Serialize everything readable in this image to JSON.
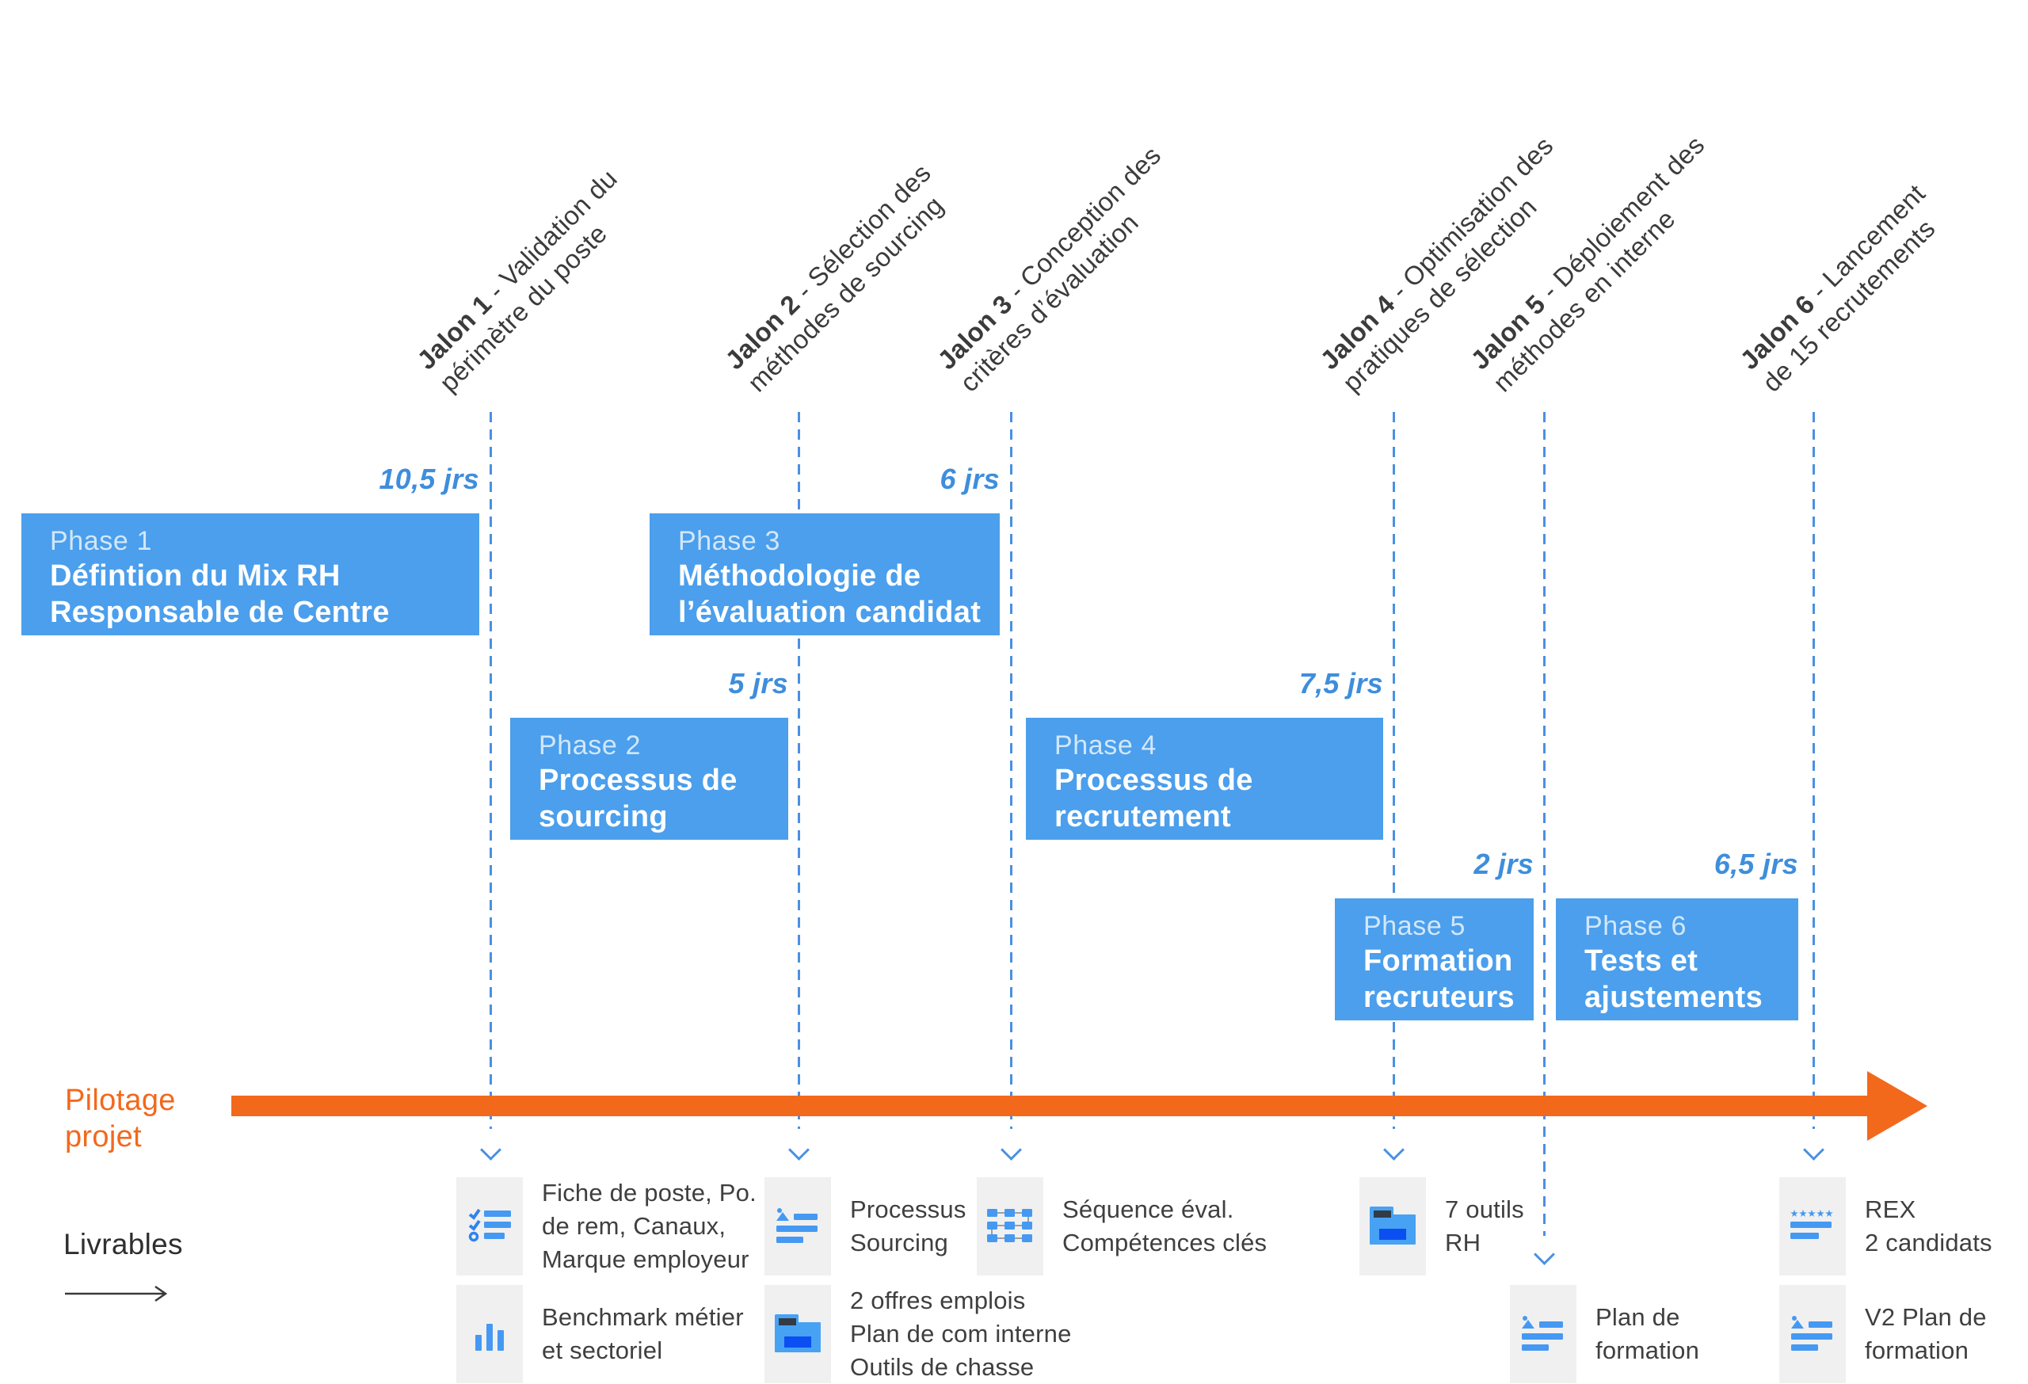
{
  "palette": {
    "phase_blue": "#4B9FEC",
    "line_blue": "#4A90E2",
    "duration_blue": "#3E8EDC",
    "orange": "#F2691C",
    "text_dark": "#3B3B3B",
    "icon_bg": "#F0F0F0",
    "icon_blue": "#4599F2",
    "folder_accent": "#0B4FF2"
  },
  "milestones": [
    {
      "name": "Jalon 1",
      "desc1": " - Validation du",
      "desc2": "périmètre du poste"
    },
    {
      "name": "Jalon 2",
      "desc1": " - Sélection des",
      "desc2": "méthodes de sourcing"
    },
    {
      "name": "Jalon 3",
      "desc1": " - Conception des",
      "desc2": "critères d’évaluation"
    },
    {
      "name": "Jalon 4",
      "desc1": " - Optimisation des",
      "desc2": "pratiques de sélection"
    },
    {
      "name": "Jalon 5",
      "desc1": " - Déploiement des",
      "desc2": "méthodes en interne"
    },
    {
      "name": "Jalon 6",
      "desc1": " - Lancement",
      "desc2": "de 15 recrutements"
    }
  ],
  "phases": [
    {
      "label": "Phase 1",
      "title": "Défintion du Mix RH\nResponsable de Centre",
      "duration": "10,5 jrs"
    },
    {
      "label": "Phase 2",
      "title": "Processus de\nsourcing",
      "duration": "5 jrs"
    },
    {
      "label": "Phase 3",
      "title": "Méthodologie de\nl’évaluation candidat",
      "duration": "6 jrs"
    },
    {
      "label": "Phase 4",
      "title": "Processus de\nrecrutement",
      "duration": "7,5 jrs"
    },
    {
      "label": "Phase 5",
      "title": "Formation\nrecruteurs",
      "duration": "2 jrs"
    },
    {
      "label": "Phase 6",
      "title": "Tests et\najustements",
      "duration": "6,5 jrs"
    }
  ],
  "labels": {
    "pilotage": "Pilotage\nprojet",
    "livrables": "Livrables"
  },
  "deliverables": [
    {
      "icon": "checklist-icon",
      "text": "Fiche de poste, Po.\nde rem, Canaux,\nMarque employeur"
    },
    {
      "icon": "bar-chart-icon",
      "text": "Benchmark métier\net sectoriel"
    },
    {
      "icon": "doc-image-icon",
      "text": "Processus\nSourcing"
    },
    {
      "icon": "folder-icon",
      "text": "2 offres emplois\nPlan de com interne\nOutils de chasse"
    },
    {
      "icon": "flow-grid-icon",
      "text": "Séquence éval.\nCompétences clés"
    },
    {
      "icon": "folder-icon",
      "text": "7 outils\nRH"
    },
    {
      "icon": "doc-image-icon",
      "text": "Plan de\nformation"
    },
    {
      "icon": "stars-doc-icon",
      "text": "REX\n2 candidats"
    },
    {
      "icon": "doc-image-icon",
      "text": "V2 Plan de\nformation"
    }
  ]
}
